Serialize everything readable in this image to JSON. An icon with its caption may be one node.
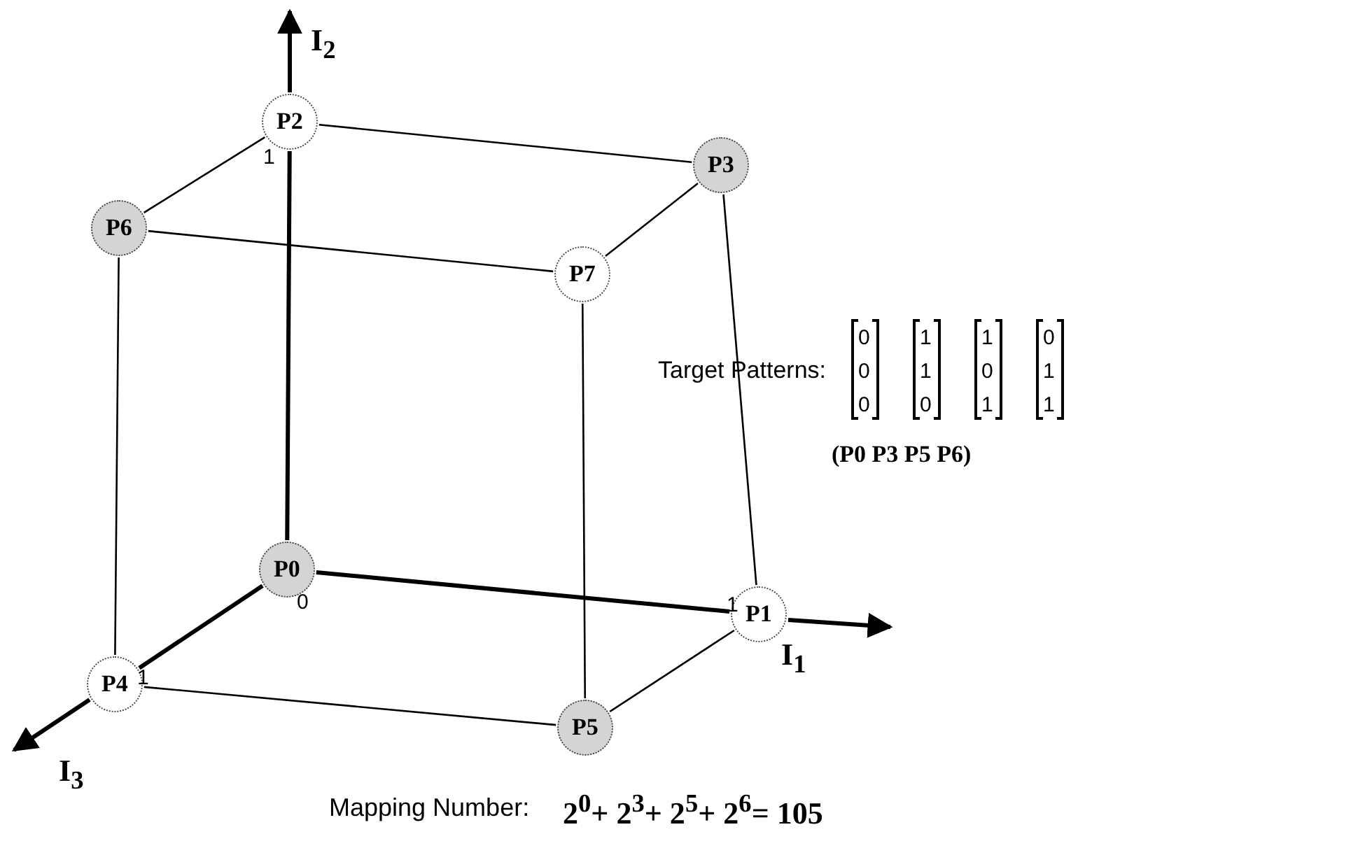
{
  "diagram": {
    "nodes": [
      {
        "text": [
          "P2"
        ]
      },
      {
        "text": [
          "P3"
        ]
      },
      {
        "text": [
          "P6"
        ]
      },
      {
        "text": [
          "P7"
        ]
      },
      {
        "text": [
          "P0"
        ]
      },
      {
        "text": [
          "P1"
        ]
      },
      {
        "text": [
          "P4"
        ]
      },
      {
        "text": [
          "P5"
        ]
      }
    ],
    "edges": [
      {
        "from": 0,
        "to": 1,
        "arrow": "none"
      },
      {
        "from": 0,
        "to": 2,
        "arrow": "none"
      },
      {
        "from": 0,
        "to": 4,
        "arrow": "none",
        "style": "thick"
      },
      {
        "from": 2,
        "to": 3,
        "arrow": "none"
      },
      {
        "from": 1,
        "to": 3,
        "arrow": "none"
      },
      {
        "from": 1,
        "to": 5,
        "arrow": "none"
      },
      {
        "from": 2,
        "to": 6,
        "arrow": "none"
      },
      {
        "from": 3,
        "to": 7,
        "arrow": "none"
      },
      {
        "from": 4,
        "to": 5,
        "arrow": "none",
        "style": "thick"
      },
      {
        "from": 4,
        "to": 6,
        "arrow": "none",
        "style": "thick"
      },
      {
        "from": 6,
        "to": 7,
        "arrow": "none"
      },
      {
        "from": 7,
        "to": 5,
        "arrow": "none"
      }
    ],
    "labels": [
      "I$_{2}$",
      "1",
      "Target Patterns:",
      "0",
      "1",
      "1",
      "0",
      "0",
      "1",
      "0",
      "1",
      "0",
      "0",
      "1",
      "1",
      "(P0 P3 P5 P6)",
      "0",
      "1",
      "I$_{1}$",
      "1",
      "I$_{3}$",
      "Mapping Number:",
      "2$^{0}$+ 2$^{3}$+ 2$^{5}$+ 2$^{6}$= 105"
    ]
  }
}
